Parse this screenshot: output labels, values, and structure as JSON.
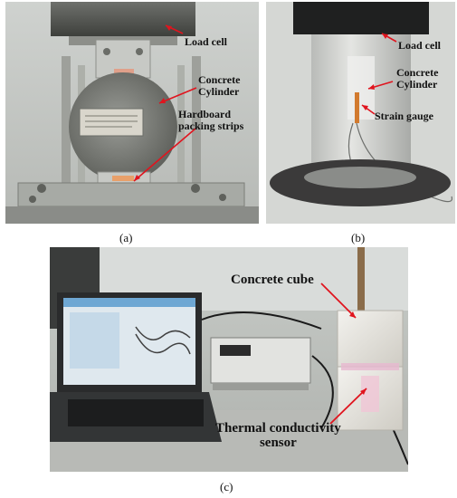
{
  "figure": {
    "panel_a": {
      "caption": "(a)",
      "labels": {
        "load_cell": "Load cell",
        "concrete_cylinder_line1": "Concrete",
        "concrete_cylinder_line2": "Cylinder",
        "hardboard_line1": "Hardboard",
        "hardboard_line2": "packing strips"
      }
    },
    "panel_b": {
      "caption": "(b)",
      "labels": {
        "load_cell": "Load cell",
        "concrete_cylinder_line1": "Concrete",
        "concrete_cylinder_line2": "Cylinder",
        "strain_gauge": "Strain gauge"
      }
    },
    "panel_c": {
      "caption": "(c)",
      "labels": {
        "concrete_cube": "Concrete cube",
        "thermal_line1": "Thermal conductivity",
        "thermal_line2": "sensor"
      }
    },
    "colors": {
      "arrow": "#e0141e",
      "label_text": "#111111"
    }
  }
}
